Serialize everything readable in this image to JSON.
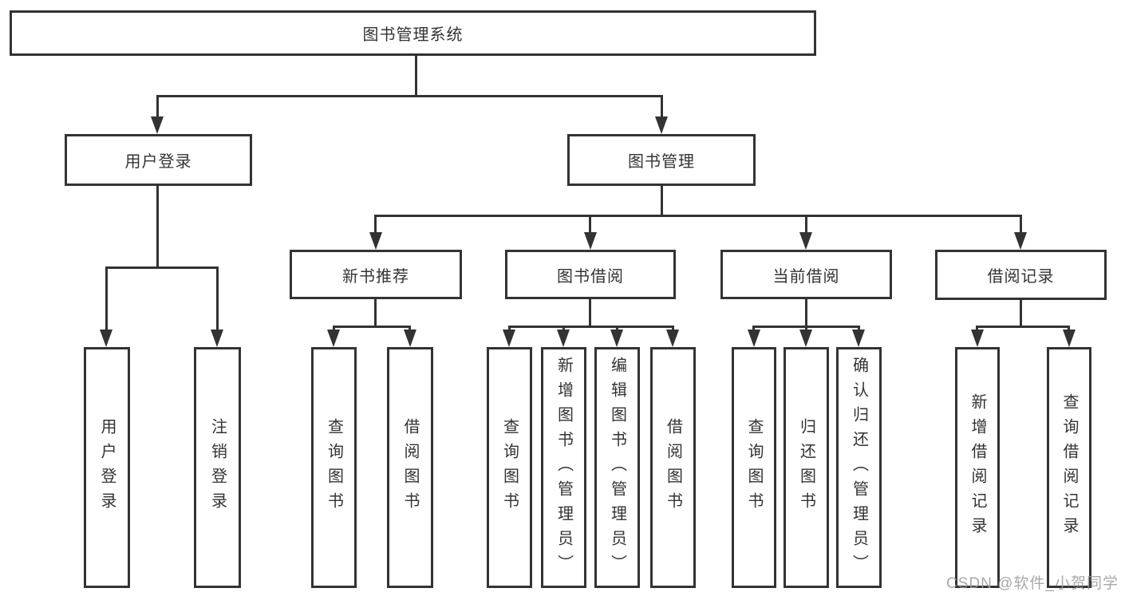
{
  "diagram": {
    "type": "hierarchy-tree",
    "root": {
      "label": "图书管理系统"
    },
    "level1": [
      {
        "label": "用户登录",
        "parent": "图书管理系统"
      },
      {
        "label": "图书管理",
        "parent": "图书管理系统"
      }
    ],
    "level2": [
      {
        "label": "新书推荐",
        "parent": "图书管理"
      },
      {
        "label": "图书借阅",
        "parent": "图书管理"
      },
      {
        "label": "当前借阅",
        "parent": "图书管理"
      },
      {
        "label": "借阅记录",
        "parent": "图书管理"
      }
    ],
    "leaves": [
      {
        "label": "用户登录",
        "parent": "用户登录"
      },
      {
        "label": "注销登录",
        "parent": "用户登录"
      },
      {
        "label": "查询图书",
        "parent": "新书推荐"
      },
      {
        "label": "借阅图书",
        "parent": "新书推荐"
      },
      {
        "label": "查询图书",
        "parent": "图书借阅"
      },
      {
        "label": "新增图书（管理员）",
        "parent": "图书借阅"
      },
      {
        "label": "编辑图书（管理员）",
        "parent": "图书借阅"
      },
      {
        "label": "借阅图书",
        "parent": "图书借阅"
      },
      {
        "label": "查询图书",
        "parent": "当前借阅"
      },
      {
        "label": "归还图书",
        "parent": "当前借阅"
      },
      {
        "label": "确认归还（管理员）",
        "parent": "当前借阅"
      },
      {
        "label": "新增借阅记录",
        "parent": "借阅记录"
      },
      {
        "label": "查询借阅记录",
        "parent": "借阅记录"
      }
    ]
  },
  "watermark": {
    "text": "CSDN @软件_小贺同学"
  },
  "colors": {
    "line": "#333333",
    "text": "#333333",
    "background": "#ffffff",
    "watermark": "#999999"
  }
}
